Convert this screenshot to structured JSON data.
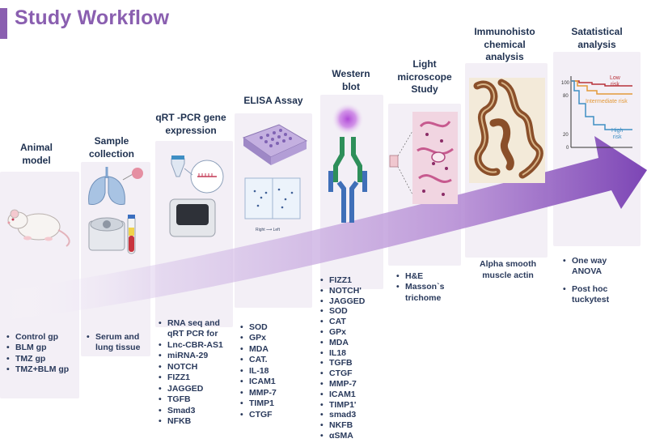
{
  "header": {
    "title": "Study Workflow"
  },
  "stages": [
    {
      "title": "Animal\nmodel",
      "items": [
        "Control gp",
        "BLM gp",
        "TMZ gp",
        "TMZ+BLM gp"
      ]
    },
    {
      "title": "Sample\ncollection",
      "items": [
        "Serum and\nlung tissue"
      ]
    },
    {
      "title": "qRT -PCR gene\nexpression",
      "items": [
        "RNA seq and\nqRT PCR for",
        "Lnc-CBR-AS1",
        "miRNA-29",
        "NOTCH",
        "FIZZ1",
        "JAGGED",
        "TGFB",
        "Smad3",
        "NFKB"
      ]
    },
    {
      "title": "ELISA Assay",
      "items": [
        "SOD",
        "GPx",
        "MDA",
        "CAT.",
        "IL-18",
        "ICAM1",
        "MMP-7",
        "TIMP1",
        "CTGF"
      ]
    },
    {
      "title": "Western\nblot",
      "items": [
        "FIZZ1",
        "NOTCH'",
        "JAGGED",
        "SOD",
        "CAT",
        "GPx",
        "MDA",
        "IL18",
        "TGFB",
        "CTGF",
        "MMP-7",
        "ICAM1",
        "TIMP1'",
        "smad3",
        "NKFB",
        "αSMA"
      ]
    },
    {
      "title": "Light\nmicroscope\nStudy",
      "items": [
        "H&E",
        "Masson`s\ntrichome"
      ]
    },
    {
      "title": "Immunohisto\nchemical\nanalysis",
      "note": "Alpha smooth\nmuscle actin"
    },
    {
      "title": "Satatistical\nanalysis",
      "items": [
        "One way\nANOVA",
        "Post hoc\ntuckytest"
      ]
    }
  ],
  "survival_chart": {
    "y_ticks": [
      "100",
      "80",
      "20",
      "0"
    ],
    "labels": {
      "low": "Low\nrisk",
      "intermediate": "Intermediate risk",
      "high": "High\nrisk"
    },
    "colors": {
      "low": "#b8323a",
      "intermediate": "#e39a3a",
      "high": "#3f8fc4"
    }
  },
  "elisa_axis_label": "Right ⟶ Left",
  "colors": {
    "accent": "#8a5fb0",
    "panel": "#f3eff6",
    "text": "#1f3150"
  }
}
